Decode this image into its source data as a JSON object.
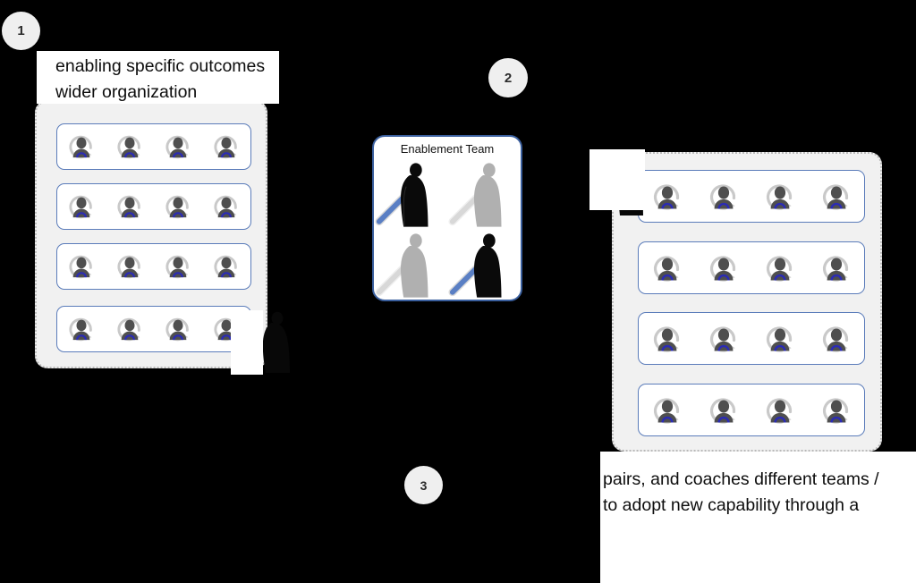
{
  "slide": {
    "background_color": "#000000",
    "accent_blue": "#3a5f9e",
    "panel_gray": "#f1f1f1",
    "row_border": "#5b7cba"
  },
  "steps": [
    {
      "id": "step-1",
      "label": "1"
    },
    {
      "id": "step-2",
      "label": "2"
    },
    {
      "id": "step-3",
      "label": "3"
    }
  ],
  "captions": {
    "top_left": {
      "line1": "enabling specific outcomes",
      "line2": "wider organization"
    },
    "bottom_right": {
      "line1": "pairs, and coaches different teams /",
      "line2": "to adopt new capability through a"
    }
  },
  "enablement_card": {
    "title": "Enablement Team",
    "members": [
      {
        "name": "jedi-dark-1",
        "tone": "dark",
        "saber": "blue"
      },
      {
        "name": "jedi-light-1",
        "tone": "light",
        "saber": "pale"
      },
      {
        "name": "jedi-light-2",
        "tone": "light",
        "saber": "pale"
      },
      {
        "name": "jedi-dark-2",
        "tone": "dark",
        "saber": "blue"
      }
    ]
  },
  "org_left": {
    "name": "wider-organization-left",
    "rows": [
      {
        "name": "team-row-1",
        "people": 4
      },
      {
        "name": "team-row-2",
        "people": 4
      },
      {
        "name": "team-row-3",
        "people": 4
      },
      {
        "name": "team-row-4",
        "people": 4
      }
    ]
  },
  "org_right": {
    "name": "wider-organization-right",
    "rows": [
      {
        "name": "team-row-1",
        "people": 4
      },
      {
        "name": "team-row-2",
        "people": 4
      },
      {
        "name": "team-row-3",
        "people": 4
      },
      {
        "name": "team-row-4",
        "people": 4
      }
    ]
  },
  "coaches": [
    {
      "id": "coach-left",
      "name": "coach-figure-left",
      "tone": "dark",
      "saber": "blue"
    },
    {
      "id": "coach-right",
      "name": "coach-figure-right",
      "tone": "dark",
      "saber": "blue"
    }
  ],
  "icons": {
    "person": "person-refresh-icon",
    "jedi": "robed-figure-with-lightsaber-icon"
  }
}
